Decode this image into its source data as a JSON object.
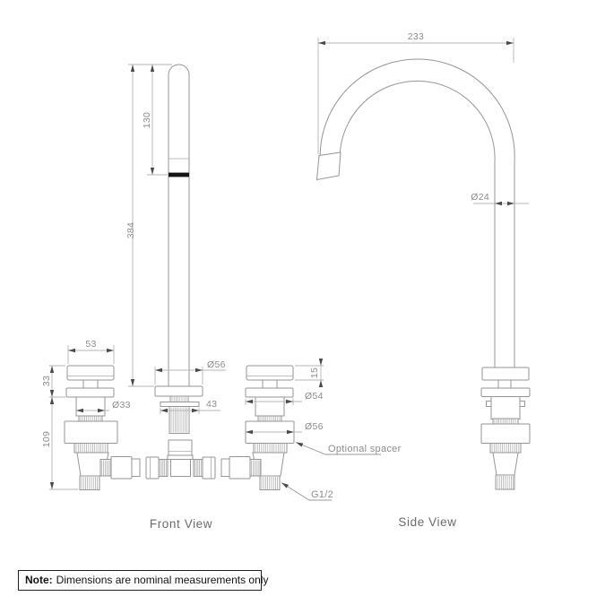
{
  "front_view": {
    "label": "Front View",
    "dimensions": {
      "upper_spout": "130",
      "overall_height": "384",
      "handle_width": "53",
      "handle_height": "33",
      "body_height": "109",
      "cartridge_diameter": "Ø33",
      "base_diameter": "Ø56",
      "shank_width": "43",
      "handle_thickness": "15",
      "flange_diameter": "Ø54",
      "spacer_diameter": "Ø56"
    },
    "callouts": {
      "spacer": "Optional spacer",
      "thread": "G1/2"
    }
  },
  "side_view": {
    "label": "Side View",
    "dimensions": {
      "spout_reach": "233",
      "spout_tube_diameter": "Ø24"
    }
  },
  "note": {
    "prefix": "Note:",
    "body": "Dimensions are nominal measurements only"
  },
  "palette": {
    "outline": "#969696",
    "dimension_line": "#b6b6b6",
    "dimension_text": "#8d8d8d",
    "arrow": "#4a4a4a",
    "aerator_band": "#161616",
    "note_text": "#111111"
  }
}
